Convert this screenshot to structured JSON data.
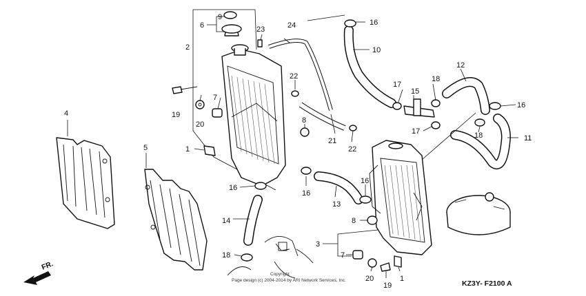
{
  "diagram": {
    "code": "KZ3Y- F2100 A",
    "front_label": "FR.",
    "copyright_line1": "Copyright",
    "copyright_line2": "Page design (c) 2004-2014 by ARI Network Services, Inc.",
    "callouts": {
      "c1a": "1",
      "c1b": "1",
      "c2": "2",
      "c3": "3",
      "c4": "4",
      "c5": "5",
      "c6": "6",
      "c7a": "7",
      "c7b": "7",
      "c8a": "8",
      "c8b": "8",
      "c9": "9",
      "c10": "10",
      "c11": "11",
      "c12": "12",
      "c13": "13",
      "c14": "14",
      "c15": "15",
      "c16a": "16",
      "c16b": "16",
      "c16c": "16",
      "c16d": "16",
      "c16e": "16",
      "c17a": "17",
      "c17b": "17",
      "c18a": "18",
      "c18b": "18",
      "c18c": "18",
      "c19a": "19",
      "c19b": "19",
      "c20a": "20",
      "c20b": "20",
      "c21": "21",
      "c22a": "22",
      "c22b": "22",
      "c23": "23",
      "c24": "24"
    }
  }
}
